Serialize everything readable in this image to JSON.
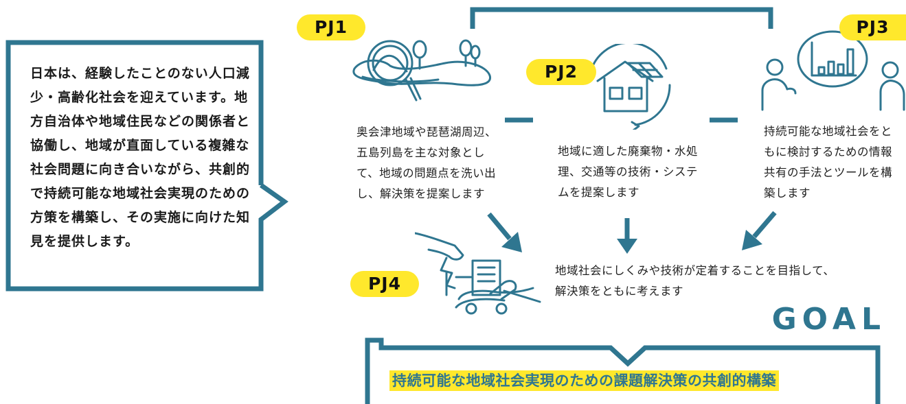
{
  "intro": {
    "text": "日本は、経験したことのない人口減少・高齢化社会を迎えています。地方自治体や地域住民などの関係者と協働し、地域が直面している複雑な社会問題に向き合いながら、共創的で持続可能な地域社会実現のための方策を構築し、その実施に向けた知見を提供します。"
  },
  "projects": [
    {
      "label": "PJ1",
      "description": "奥会津地域や琵琶湖周辺、五島列島を主な対象として、地域の問題点を洗い出し、解決策を提案します"
    },
    {
      "label": "PJ2",
      "description": "地域に適した廃棄物・水処理、交通等の技術・システムを提案します"
    },
    {
      "label": "PJ3",
      "description": "持続可能な地域社会をともに検討するための情報共有の手法とツールを構築します"
    },
    {
      "label": "PJ4",
      "description": "地域社会にしくみや技術が定着することを目指して、解決策をともに考えます"
    }
  ],
  "goal": {
    "label": "GOAL",
    "title": "持続可能な地域社会実現のための課題解決策の共創的構築"
  },
  "colors": {
    "accent": "#2f7690",
    "highlight": "#ffe82c"
  }
}
